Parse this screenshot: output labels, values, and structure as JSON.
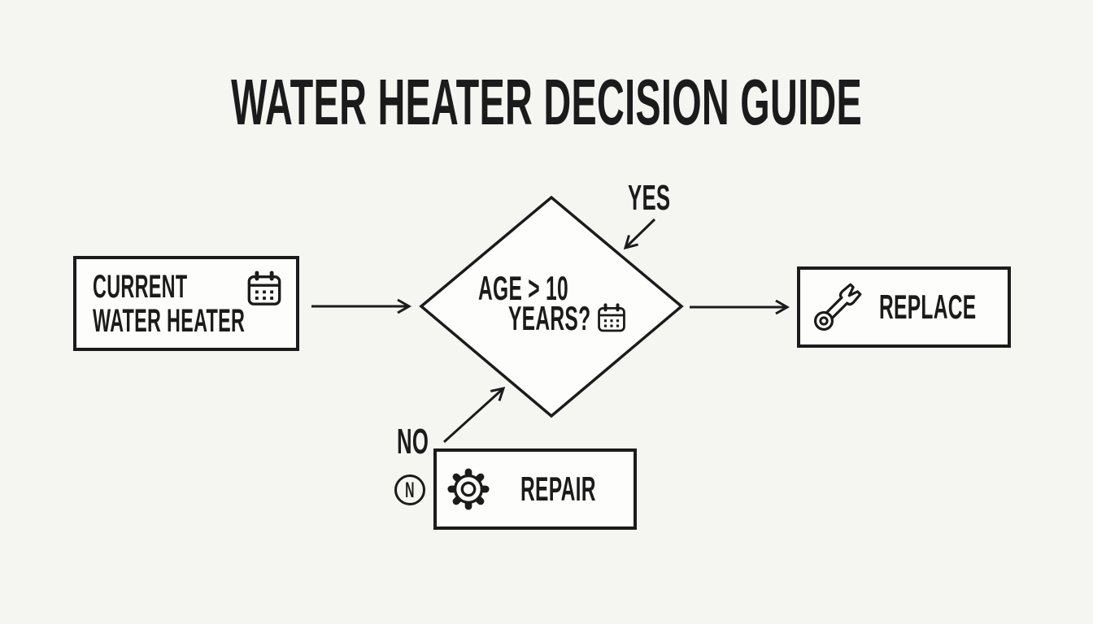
{
  "page": {
    "title": "WATER HEATER DECISION GUIDE"
  },
  "colors": {
    "ink": "#1b1b1b",
    "background": "#f5f5f2",
    "node_fill": "#fdfdfb"
  },
  "nodes": {
    "current": {
      "line1": "CURRENT",
      "line2": "WATER HEATER",
      "icon": "calendar-icon"
    },
    "decision": {
      "line1": "AGE > 10",
      "line2": "YEARS?",
      "icon": "calendar-icon"
    },
    "replace": {
      "label": "REPLACE",
      "icon": "wrench-icon"
    },
    "repair": {
      "label": "REPAIR",
      "icon": "gear-icon",
      "badge": "N"
    }
  },
  "edges": {
    "yes": "YES",
    "no": "NO"
  }
}
